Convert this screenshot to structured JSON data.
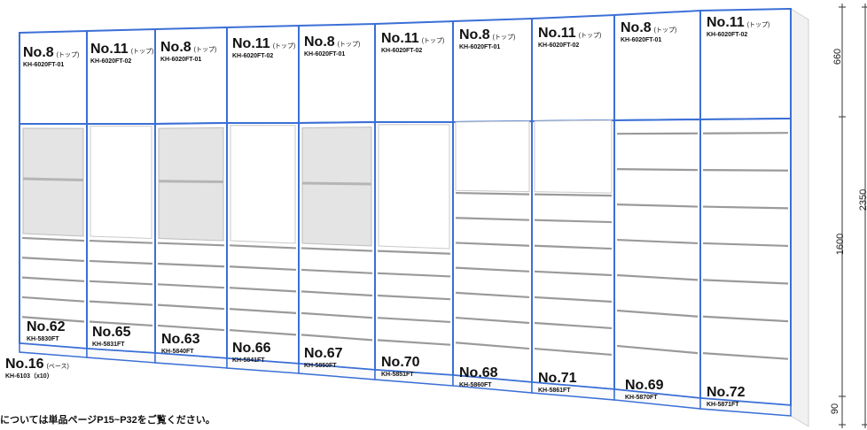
{
  "top_units": [
    {
      "no": "No.8",
      "tag": "(トップ)",
      "code": "KH-6020FT-01"
    },
    {
      "no": "No.11",
      "tag": "(トップ)",
      "code": "KH-6020FT-02"
    },
    {
      "no": "No.8",
      "tag": "(トップ)",
      "code": "KH-6020FT-01"
    },
    {
      "no": "No.11",
      "tag": "(トップ)",
      "code": "KH-6020FT-02"
    },
    {
      "no": "No.8",
      "tag": "(トップ)",
      "code": "KH-6020FT-01"
    },
    {
      "no": "No.11",
      "tag": "(トップ)",
      "code": "KH-6020FT-02"
    },
    {
      "no": "No.8",
      "tag": "(トップ)",
      "code": "KH-6020FT-01"
    },
    {
      "no": "No.11",
      "tag": "(トップ)",
      "code": "KH-6020FT-02"
    },
    {
      "no": "No.8",
      "tag": "(トップ)",
      "code": "KH-6020FT-01"
    },
    {
      "no": "No.11",
      "tag": "(トップ)",
      "code": "KH-6020FT-02"
    }
  ],
  "bottom_units": [
    {
      "no": "No.62",
      "code": "KH-5830FT"
    },
    {
      "no": "No.65",
      "code": "KH-5831FT"
    },
    {
      "no": "No.63",
      "code": "KH-5840FT"
    },
    {
      "no": "No.66",
      "code": "KH-5841FT"
    },
    {
      "no": "No.67",
      "code": "KH-5850FT"
    },
    {
      "no": "No.70",
      "code": "KH-5851FT"
    },
    {
      "no": "No.68",
      "code": "KH-5860FT"
    },
    {
      "no": "No.71",
      "code": "KH-5861FT"
    },
    {
      "no": "No.69",
      "code": "KH-5870FT"
    },
    {
      "no": "No.72",
      "code": "KH-5871FT"
    }
  ],
  "base": {
    "no": "No.16",
    "tag": "(ベース)",
    "code": "KH-6103（x10）"
  },
  "dimensions": {
    "top": "660",
    "middle": "1600",
    "total": "2350",
    "base": "90"
  },
  "footnote": "については単品ページP15~P32をご覧ください。",
  "colors": {
    "outline": "#3b6fd6",
    "panel": "#ffffff",
    "shelf": "#9a9a9a",
    "interior": "#e4e4e4"
  }
}
